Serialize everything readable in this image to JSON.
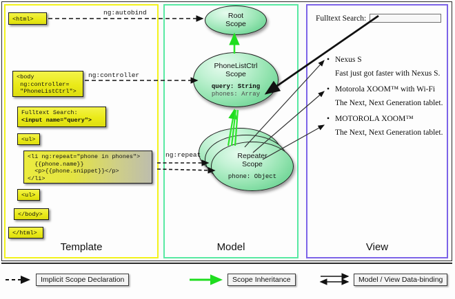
{
  "diagram": {
    "title": "AngularJS Template / Model / View scope diagram",
    "columns": [
      {
        "id": "template",
        "label": "Template",
        "border_color": "#f2f21a"
      },
      {
        "id": "model",
        "label": "Model",
        "border_color": "#57e9a2"
      },
      {
        "id": "view",
        "label": "View",
        "border_color": "#7c63e8"
      }
    ]
  },
  "template": {
    "boxes": [
      {
        "name": "html-open-tag",
        "text": "<html>"
      },
      {
        "name": "body-open-tag",
        "text": "<body\n ng:controller=\n \"PhoneListCtrl\">"
      },
      {
        "name": "fulltext-search",
        "line1": "Fulltext Search:",
        "line2": "<input name=\"query\">"
      },
      {
        "name": "ul-open-tag",
        "text": "<ul>"
      },
      {
        "name": "li-repeat",
        "text": "<li ng:repeat=\"phone in phones\">\n  {{phone.name}}\n  <p>{{phone.snippet}}</p>\n</li>"
      },
      {
        "name": "ul-close-tag",
        "text": "<ul>"
      },
      {
        "name": "body-close-tag",
        "text": "</body>"
      },
      {
        "name": "html-close-tag",
        "text": "</html>"
      }
    ]
  },
  "model": {
    "scopes": [
      {
        "name": "root-scope",
        "title_line1": "Root",
        "title_line2": "Scope",
        "props": []
      },
      {
        "name": "phonelistctrl-scope",
        "title_line1": "PhoneListCtrl",
        "title_line2": "Scope",
        "props": [
          {
            "key": "query: String",
            "emphasis": "bold"
          },
          {
            "key": "phones: Array",
            "emphasis": "dim"
          }
        ]
      },
      {
        "name": "repeater-scope",
        "title_line1": "Repeater",
        "title_line2": "Scope",
        "props": [
          {
            "key": "phone: Object",
            "emphasis": "dim"
          }
        ]
      }
    ]
  },
  "view": {
    "search_label": "Fulltext Search:",
    "search_value": "",
    "search_placeholder": "",
    "items": [
      {
        "name": "Nexus S",
        "snippet": "Fast just got faster with Nexus S."
      },
      {
        "name": "Motorola XOOM™  with Wi-Fi",
        "snippet": "The Next, Next Generation tablet."
      },
      {
        "name": "MOTOROLA XOOM™",
        "snippet": "The Next, Next Generation tablet."
      }
    ],
    "bullet": "•"
  },
  "connectors": [
    {
      "name": "ng-autobind",
      "label": "ng:autobind",
      "style": "dashed"
    },
    {
      "name": "ng-controller",
      "label": "ng:controller",
      "style": "dashed"
    },
    {
      "name": "ng-repeat",
      "label": "ng:repeat",
      "style": "dashed"
    }
  ],
  "legend": {
    "items": [
      {
        "name": "implicit-scope-declaration",
        "label": "Implicit Scope Declaration",
        "arrow": "dashed-black"
      },
      {
        "name": "scope-inheritance",
        "label": "Scope Inheritance",
        "arrow": "solid-green",
        "color": "#1fdd1f"
      },
      {
        "name": "model-view-data-binding",
        "label": "Model / View Data-binding",
        "arrow": "double-black"
      }
    ]
  }
}
